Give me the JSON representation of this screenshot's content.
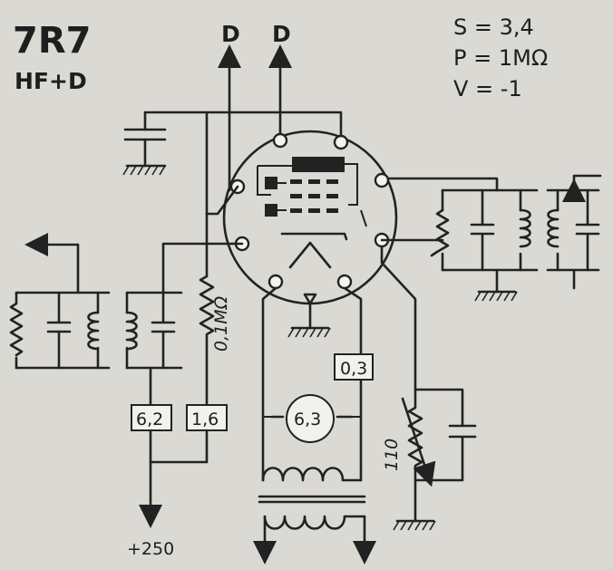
{
  "title": "7R7",
  "subtitle": "HF+D",
  "specs": {
    "s": "S = 3,4",
    "rho": "P = 1MΩ",
    "v": "V = -1"
  },
  "labels": {
    "diode_out_1": "D",
    "diode_out_2": "D",
    "screen_voltage": "6,2",
    "grid_voltage": "1,6",
    "resistor": "0,1MΩ",
    "heater_current": "0,3",
    "heater_voltage": "6,3",
    "cathode_resistor": "110",
    "supply": "+250"
  }
}
